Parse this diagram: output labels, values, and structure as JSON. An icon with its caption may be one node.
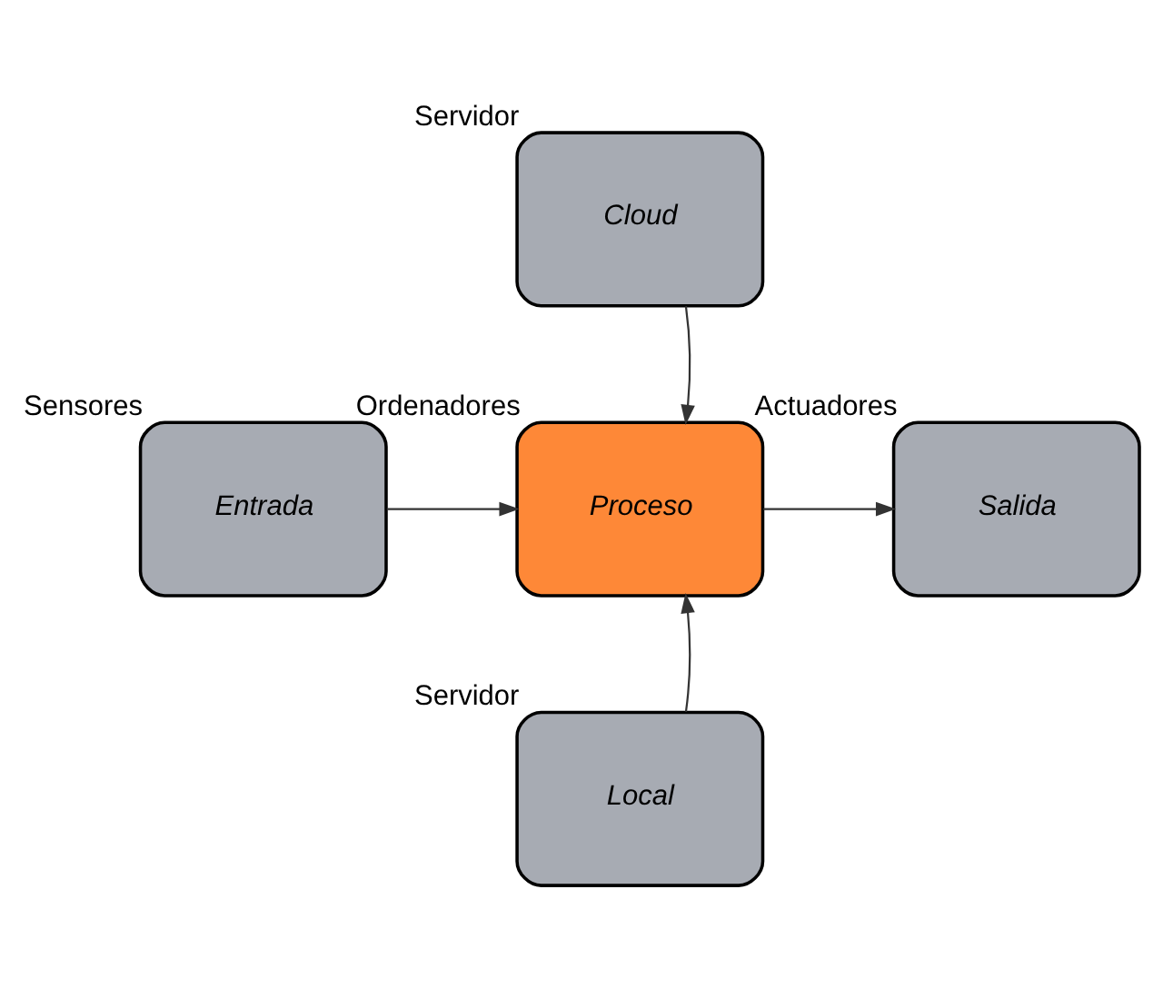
{
  "diagram": {
    "nodes": [
      {
        "text": [
          "Cloud"
        ],
        "beside": [
          "Servidor"
        ]
      },
      {
        "text": [
          "Entrada"
        ],
        "beside": [
          "Sensores"
        ]
      },
      {
        "text": [
          "Proceso"
        ],
        "beside": [
          "Ordenadores"
        ]
      },
      {
        "text": [
          "Salida"
        ],
        "beside": [
          "Actuadores"
        ]
      },
      {
        "text": [
          "Local"
        ],
        "beside": [
          "Servidor"
        ]
      }
    ],
    "edges": [
      {
        "from": 0,
        "to": 2,
        "arrow": "to"
      },
      {
        "from": 1,
        "to": 2,
        "arrow": "to"
      },
      {
        "from": 2,
        "to": 3,
        "arrow": "to"
      },
      {
        "from": 4,
        "to": 2,
        "arrow": "to"
      }
    ]
  }
}
